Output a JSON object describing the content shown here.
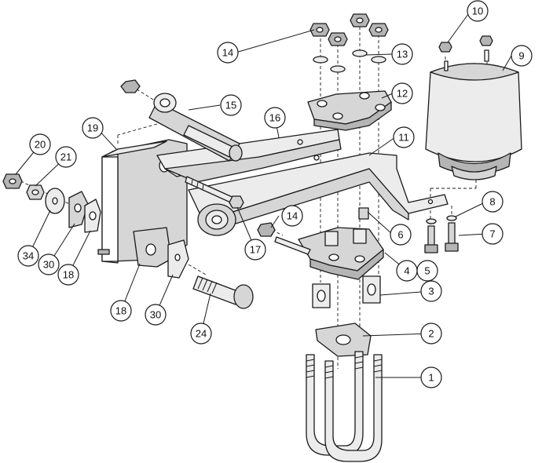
{
  "callouts": [
    {
      "id": "c1",
      "label": "1"
    },
    {
      "id": "c2",
      "label": "2"
    },
    {
      "id": "c3",
      "label": "3"
    },
    {
      "id": "c4",
      "label": "4"
    },
    {
      "id": "c5",
      "label": "5"
    },
    {
      "id": "c6",
      "label": "6"
    },
    {
      "id": "c7",
      "label": "7"
    },
    {
      "id": "c8",
      "label": "8"
    },
    {
      "id": "c9",
      "label": "9"
    },
    {
      "id": "c10",
      "label": "10"
    },
    {
      "id": "c11",
      "label": "11"
    },
    {
      "id": "c12",
      "label": "12"
    },
    {
      "id": "c13",
      "label": "13"
    },
    {
      "id": "c14a",
      "label": "14"
    },
    {
      "id": "c14b",
      "label": "14"
    },
    {
      "id": "c15",
      "label": "15"
    },
    {
      "id": "c16",
      "label": "16"
    },
    {
      "id": "c17",
      "label": "17"
    },
    {
      "id": "c18a",
      "label": "18"
    },
    {
      "id": "c18b",
      "label": "18"
    },
    {
      "id": "c19",
      "label": "19"
    },
    {
      "id": "c20",
      "label": "20"
    },
    {
      "id": "c21",
      "label": "21"
    },
    {
      "id": "c24",
      "label": "24"
    },
    {
      "id": "c30a",
      "label": "30"
    },
    {
      "id": "c30b",
      "label": "30"
    },
    {
      "id": "c34",
      "label": "34"
    }
  ]
}
